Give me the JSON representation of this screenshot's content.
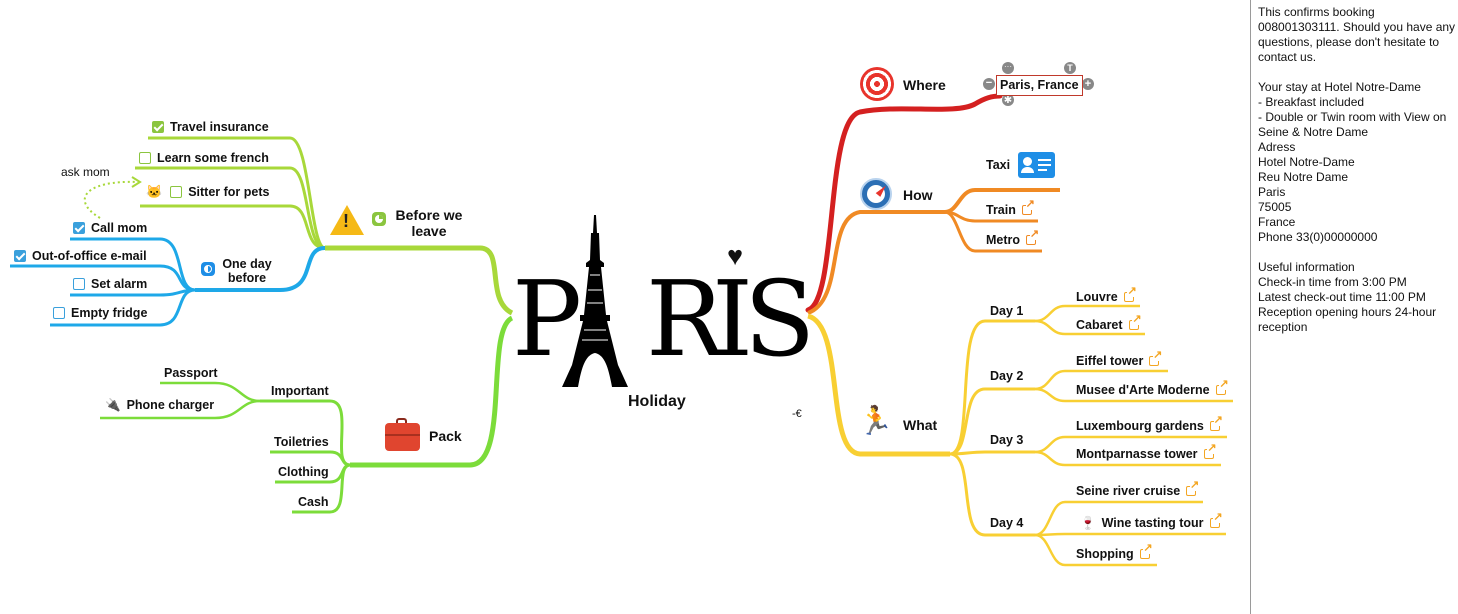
{
  "center": {
    "logo": "PARIS",
    "subtitle": "Holiday",
    "currency_hint": "-€"
  },
  "before_we_leave": {
    "label": "Before we leave",
    "items": [
      {
        "label": "Travel insurance",
        "checked": true
      },
      {
        "label": "Learn some french",
        "checked": false
      },
      {
        "label": "Sitter for pets",
        "checked": false
      }
    ],
    "note": "ask mom",
    "one_day_before": {
      "label": "One day before",
      "items": [
        {
          "label": "Call mom",
          "checked": true
        },
        {
          "label": "Out-of-office e-mail",
          "checked": true
        },
        {
          "label": "Set alarm",
          "checked": false
        },
        {
          "label": "Empty fridge",
          "checked": false
        }
      ]
    }
  },
  "pack": {
    "label": "Pack",
    "important": {
      "label": "Important",
      "items": [
        "Passport",
        "Phone charger"
      ]
    },
    "items": [
      "Toiletries",
      "Clothing",
      "Cash"
    ]
  },
  "where": {
    "label": "Where",
    "items": [
      "Paris, France"
    ]
  },
  "how": {
    "label": "How",
    "items": [
      "Taxi",
      "Train",
      "Metro"
    ]
  },
  "what": {
    "label": "What",
    "days": [
      {
        "label": "Day 1",
        "items": [
          "Louvre",
          "Cabaret"
        ]
      },
      {
        "label": "Day 2",
        "items": [
          "Eiffel tower",
          "Musee d'Arte Moderne"
        ]
      },
      {
        "label": "Day 3",
        "items": [
          "Luxembourg gardens",
          "Montparnasse tower"
        ]
      },
      {
        "label": "Day 4",
        "items": [
          "Seine river cruise",
          "Wine tasting tour",
          "Shopping"
        ]
      }
    ]
  },
  "colors": {
    "where": "#d42020",
    "how": "#f08a24",
    "what": "#f8cf33",
    "before": "#a8d83a",
    "pack": "#7cdc3a",
    "one_day": "#1ea8e8"
  },
  "notes_panel": {
    "text": "This confirms booking 008001303111. Should you have any questions, please don't hesitate to contact us.\n\nYour stay at Hotel Notre-Dame\n- Breakfast included\n- Double or Twin room with View on Seine & Notre Dame\nAdress\nHotel Notre-Dame\nReu Notre Dame\nParis\n75005\nFrance\nPhone 33(0)00000000\n\nUseful information\nCheck-in time from 3:00 PM\nLatest check-out time 11:00 PM\nReception opening hours 24-hour reception"
  }
}
